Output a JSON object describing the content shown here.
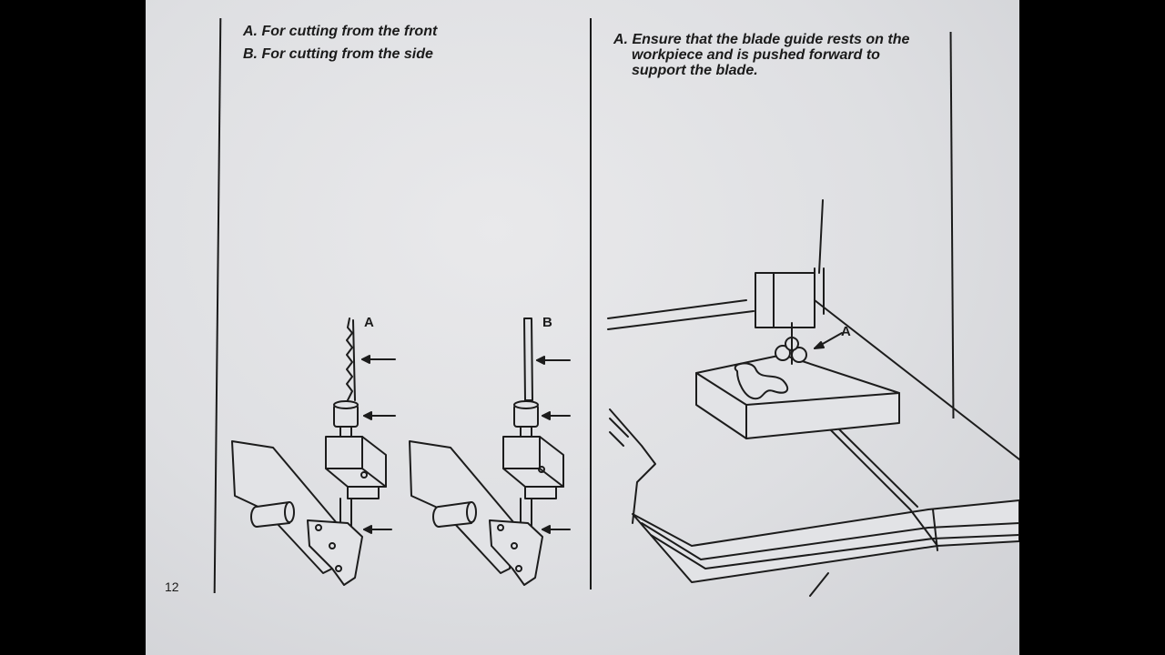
{
  "left_captions": {
    "a": "A. For cutting from the front",
    "b": "B. For cutting from the side"
  },
  "right_caption": {
    "line1": "A. Ensure that the blade guide rests on the",
    "line2": "workpiece and is pushed forward to",
    "line3": "support the blade."
  },
  "labels": {
    "fig_a": "A",
    "fig_b": "B",
    "fig_c": "A"
  },
  "page_number": "12",
  "colors": {
    "paper": "#e2e3e6",
    "ink": "#1c1c1c",
    "background": "#000000"
  }
}
